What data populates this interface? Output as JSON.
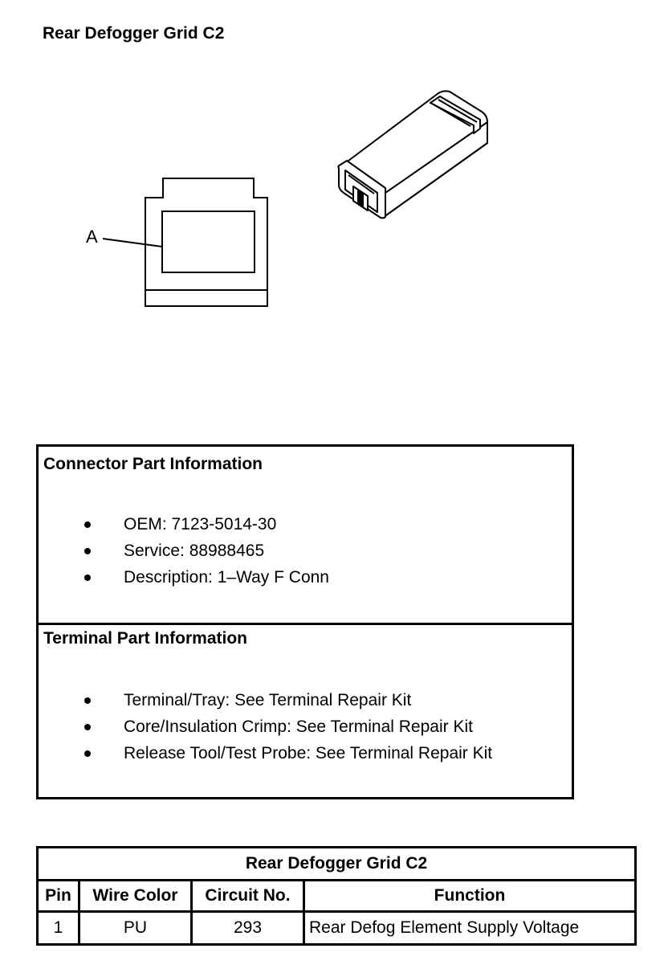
{
  "document": {
    "title": "Rear Defogger Grid C2"
  },
  "figure": {
    "callout_label": "A"
  },
  "connector_info": {
    "heading": "Connector Part Information",
    "items": [
      "OEM: 7123-5014-30",
      "Service: 88988465",
      "Description: 1–Way F Conn"
    ]
  },
  "terminal_info": {
    "heading": "Terminal Part Information",
    "items": [
      "Terminal/Tray: See Terminal Repair Kit",
      "Core/Insulation Crimp: See Terminal Repair Kit",
      "Release Tool/Test Probe: See Terminal Repair Kit"
    ]
  },
  "pin_table": {
    "caption": "Rear Defogger Grid C2",
    "headers": [
      "Pin",
      "Wire Color",
      "Circuit No.",
      "Function"
    ],
    "rows": [
      [
        "1",
        "PU",
        "293",
        "Rear Defog Element Supply Voltage"
      ]
    ]
  }
}
